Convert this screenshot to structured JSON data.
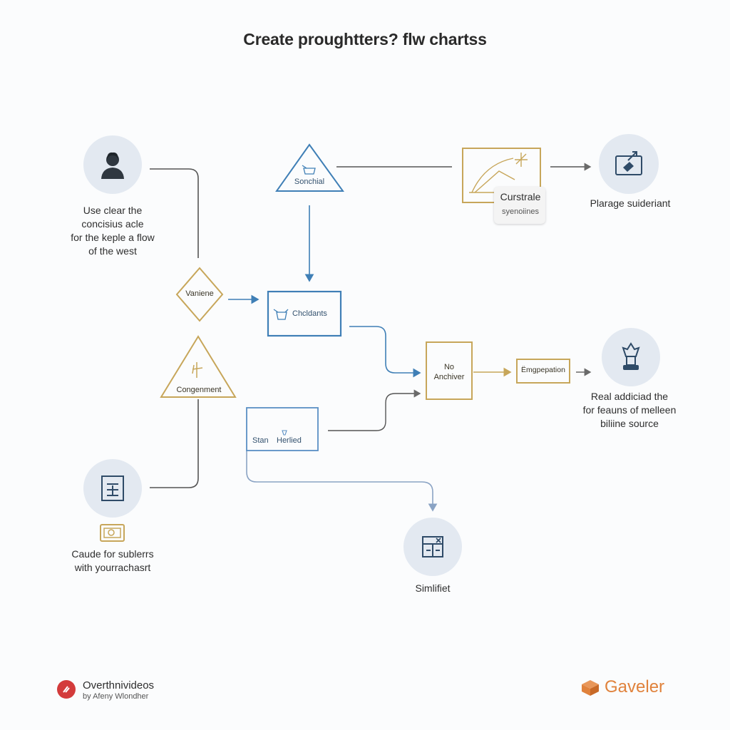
{
  "title": "Create proughtters? flw chartss",
  "nodes": {
    "person_caption": [
      "Use clear the",
      "concisius acle",
      "for the keple a flow",
      "of the west"
    ],
    "top_triangle_label": "Sonchial",
    "curstrale_label": "Curstrale",
    "curstrale_sub": "syenoiines",
    "plarage_caption": "Plarage suideriant",
    "vaniene_label": "Vaniene",
    "chcldants_label": "Chcldants",
    "congenment_label": "Congenment",
    "no_anchiver_line1": "No",
    "no_anchiver_line2": "Anchiver",
    "empepation_label": "Ëmgpepation",
    "real_caption": [
      "Real addiciad the",
      "for feauns of melleen",
      "biliine source"
    ],
    "stan_label": "Stan",
    "herlied_label": "Herlied",
    "caude_caption": [
      "Caude for sublerrs",
      "with yourrachasrt"
    ],
    "simlifiet_caption": "Simlifiet"
  },
  "branding": {
    "left_name": "Overthnivideos",
    "left_sub": "by Afeny Wlondher",
    "right_name": "Gaveler"
  },
  "colors": {
    "blue": "#3f7fb6",
    "gold": "#c7a65a",
    "gray_line": "#555555",
    "circle_fill": "#e3e9f1",
    "brand_red": "#d33b3b",
    "brand_orange": "#e0823c"
  }
}
